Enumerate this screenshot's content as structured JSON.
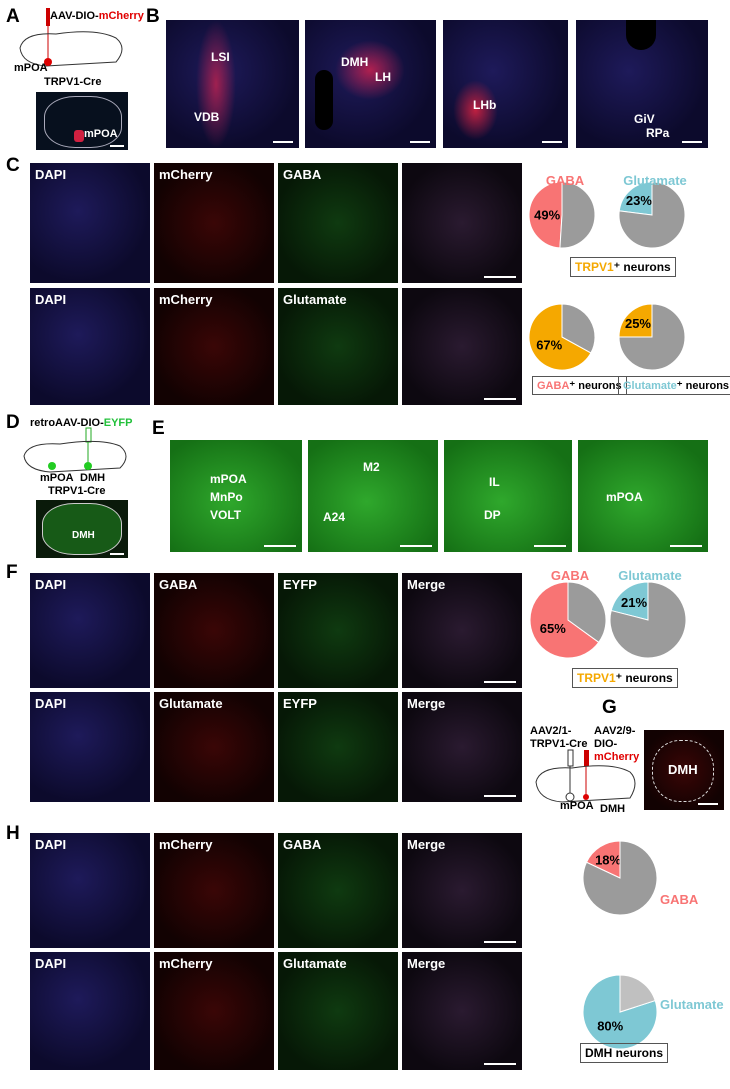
{
  "panel_letters": [
    "A",
    "B",
    "C",
    "D",
    "E",
    "F",
    "G",
    "H"
  ],
  "a": {
    "virus_prefix": "AAV-DIO-",
    "virus_suffix": "mCherry",
    "region": "mPOA",
    "mouse": "TRPV1-Cre",
    "section_label": "mPOA"
  },
  "b": {
    "regions": [
      [
        "LSI",
        "VDB"
      ],
      [
        "DMH",
        "LH"
      ],
      [
        "LHb"
      ],
      [
        "GiV",
        "RPa"
      ]
    ]
  },
  "c": {
    "row1": [
      "DAPI",
      "mCherry",
      "GABA",
      ""
    ],
    "row2": [
      "DAPI",
      "mCherry",
      "Glutamate",
      ""
    ],
    "titles": [
      "GABA",
      "Glutamate"
    ],
    "box1_colored": "TRPV1",
    "box1_rest": "⁺ neurons",
    "box2_colored": "GABA",
    "box2_rest": "⁺ neurons",
    "box3_colored": "Glutamate",
    "box3_rest": "⁺ neurons"
  },
  "d": {
    "virus_prefix": "retroAAV-DIO-",
    "virus_suffix": "EYFP",
    "regions": [
      "mPOA",
      "DMH"
    ],
    "mouse": "TRPV1-Cre",
    "section_label": "DMH"
  },
  "e": {
    "regions": [
      [
        "mPOA",
        "MnPo",
        "VOLT"
      ],
      [
        "M2",
        "A24"
      ],
      [
        "IL",
        "DP"
      ],
      [
        "mPOA"
      ]
    ]
  },
  "f": {
    "row1": [
      "DAPI",
      "GABA",
      "EYFP",
      "Merge"
    ],
    "row2": [
      "DAPI",
      "Glutamate",
      "EYFP",
      "Merge"
    ],
    "titles": [
      "GABA",
      "Glutamate"
    ],
    "box_colored": "TRPV1",
    "box_rest": "⁺ neurons"
  },
  "g": {
    "virus1": "AAV2/1-",
    "virus1b": "TRPV1-Cre",
    "virus2": "AAV2/9-",
    "virus2b": "DIO-",
    "virus2c": "mCherry",
    "regions": [
      "mPOA",
      "DMH"
    ],
    "image_label": "DMH"
  },
  "h": {
    "row1": [
      "DAPI",
      "mCherry",
      "GABA",
      "Merge"
    ],
    "row2": [
      "DAPI",
      "mCherry",
      "Glutamate",
      "Merge"
    ],
    "labels": [
      "GABA",
      "Glutamate"
    ],
    "box": "DMH neurons"
  },
  "colors": {
    "gaba": "#f87474",
    "glutamate": "#7ec8d4",
    "trpv1": "#f5a800",
    "gray": "#9b9b9b",
    "mcherry": "#e00000",
    "eyfp": "#22c03a"
  },
  "chart_data": [
    {
      "type": "pie",
      "panel": "C",
      "title": "GABA",
      "values": [
        49,
        51
      ],
      "labels": [
        "49%",
        ""
      ],
      "colors": [
        "#f87474",
        "#9b9b9b"
      ]
    },
    {
      "type": "pie",
      "panel": "C",
      "title": "Glutamate",
      "values": [
        23,
        77
      ],
      "labels": [
        "23%",
        ""
      ],
      "colors": [
        "#7ec8d4",
        "#9b9b9b"
      ]
    },
    {
      "type": "pie",
      "panel": "C",
      "values": [
        67,
        33
      ],
      "labels": [
        "67%",
        ""
      ],
      "colors": [
        "#f5a800",
        "#9b9b9b"
      ]
    },
    {
      "type": "pie",
      "panel": "C",
      "values": [
        25,
        75
      ],
      "labels": [
        "25%",
        ""
      ],
      "colors": [
        "#f5a800",
        "#9b9b9b"
      ]
    },
    {
      "type": "pie",
      "panel": "F",
      "title": "GABA",
      "values": [
        65,
        35
      ],
      "labels": [
        "65%",
        ""
      ],
      "colors": [
        "#f87474",
        "#9b9b9b"
      ]
    },
    {
      "type": "pie",
      "panel": "F",
      "title": "Glutamate",
      "values": [
        21,
        79
      ],
      "labels": [
        "21%",
        ""
      ],
      "colors": [
        "#7ec8d4",
        "#9b9b9b"
      ]
    },
    {
      "type": "pie",
      "panel": "H",
      "title": "GABA",
      "values": [
        18,
        82
      ],
      "labels": [
        "18%",
        ""
      ],
      "colors": [
        "#f87474",
        "#9b9b9b"
      ]
    },
    {
      "type": "pie",
      "panel": "H",
      "title": "Glutamate",
      "values": [
        80,
        20
      ],
      "labels": [
        "80%",
        ""
      ],
      "colors": [
        "#7ec8d4",
        "#c0c0c0"
      ]
    }
  ]
}
